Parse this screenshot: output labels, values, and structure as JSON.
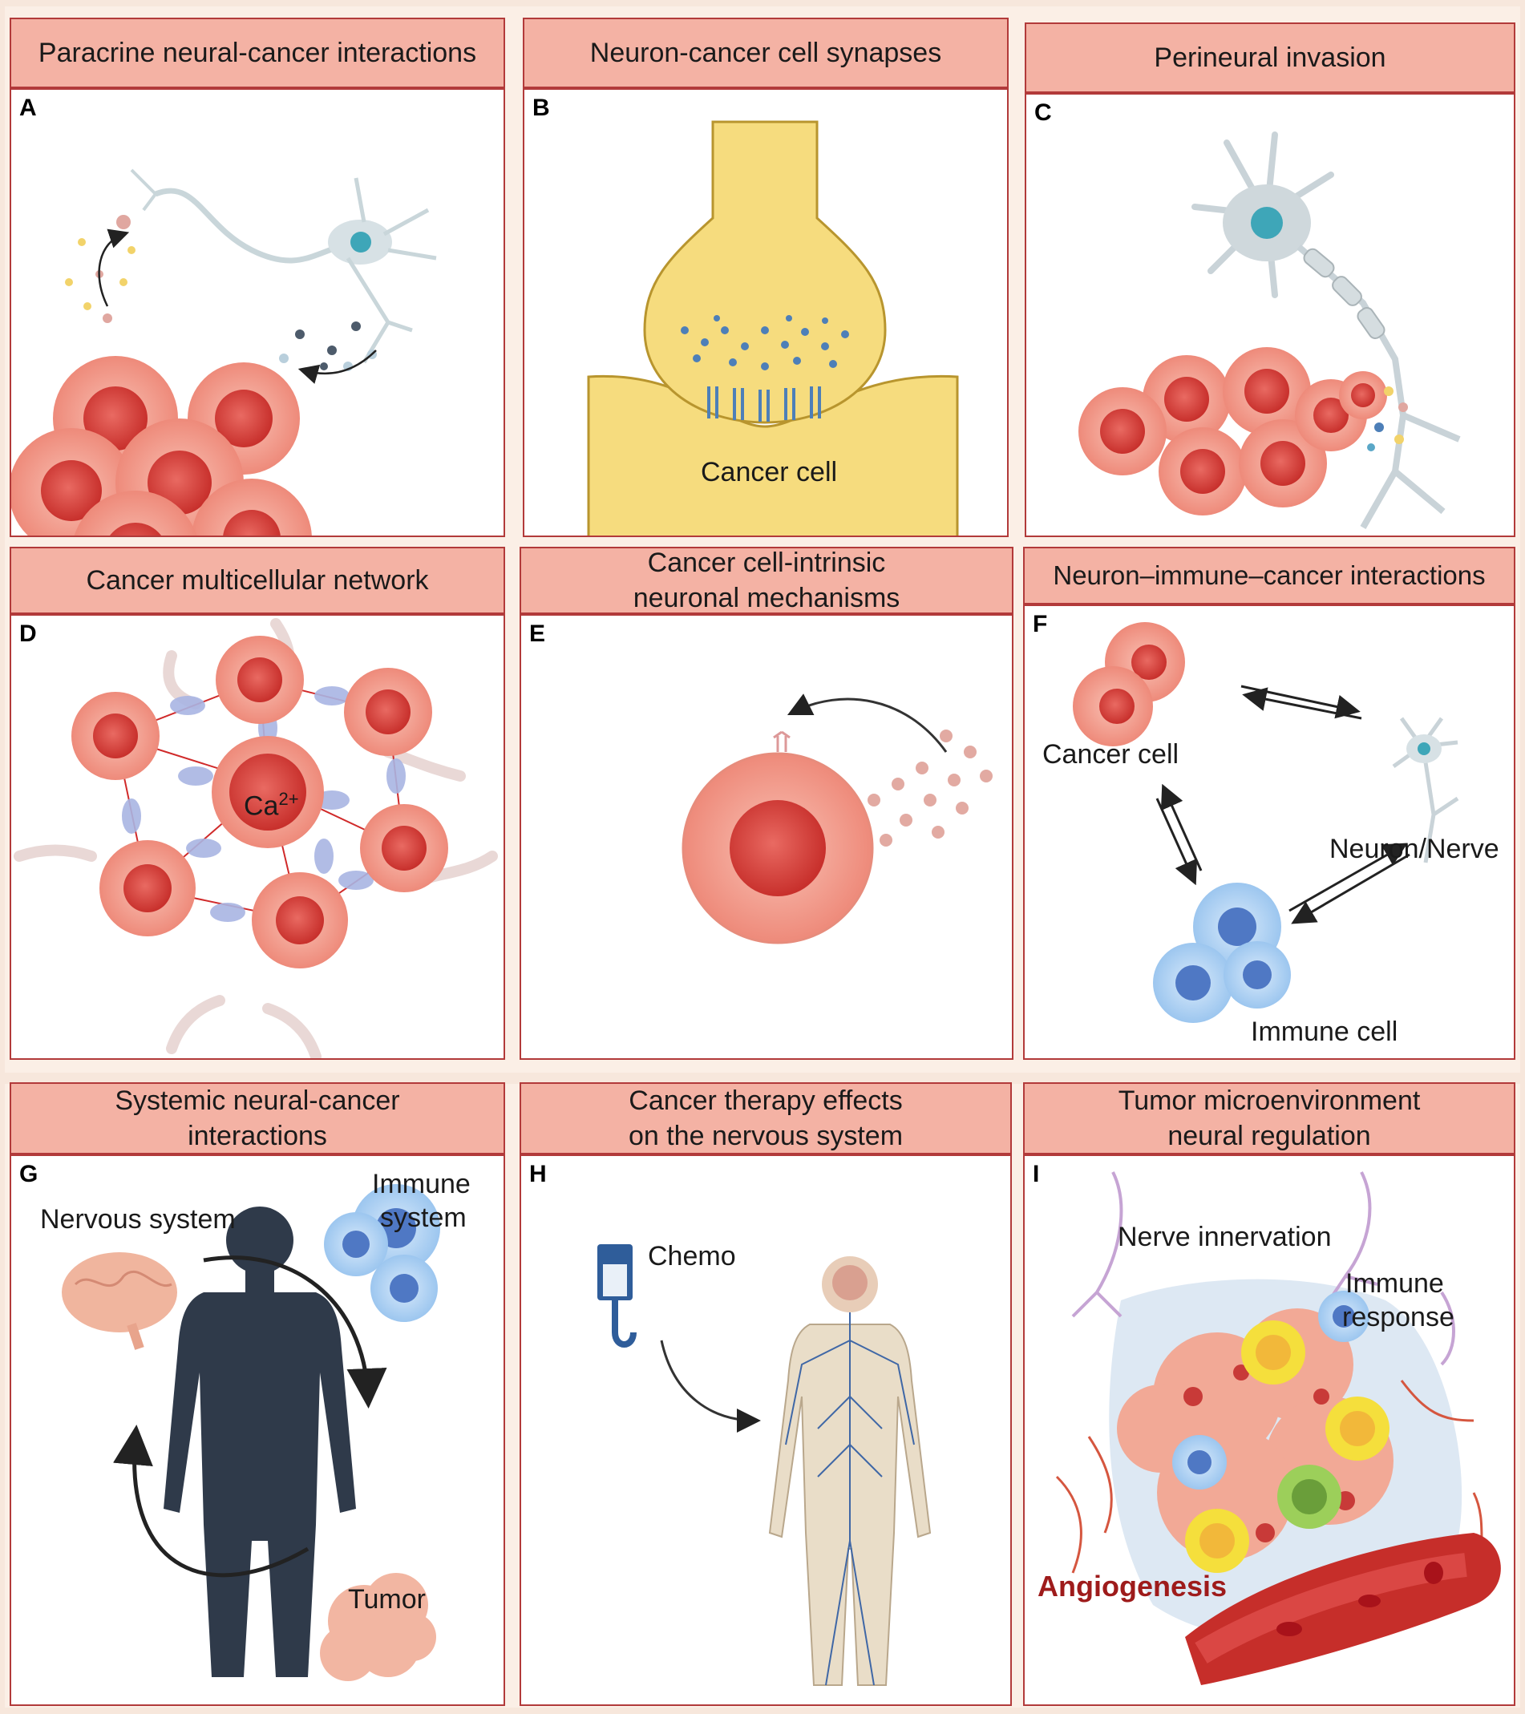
{
  "panels": [
    {
      "letter": "A",
      "title": "Paracrine neural-cancer interactions"
    },
    {
      "letter": "B",
      "title": "Neuron-cancer cell synapses",
      "labels": {
        "cancer_cell": "Cancer cell"
      }
    },
    {
      "letter": "C",
      "title": "Perineural invasion"
    },
    {
      "letter": "D",
      "title": "Cancer multicellular network",
      "labels": {
        "ca": "Ca",
        "ca_sup": "2+"
      }
    },
    {
      "letter": "E",
      "title_line1": "Cancer cell-intrinsic",
      "title_line2": "neuronal mechanisms"
    },
    {
      "letter": "F",
      "title": "Neuron–immune–cancer interactions",
      "labels": {
        "cancer_cell": "Cancer cell",
        "neuron": "Neuron/Nerve",
        "immune": "Immune cell"
      }
    },
    {
      "letter": "G",
      "title_line1": "Systemic neural-cancer",
      "title_line2": "interactions",
      "labels": {
        "nervous": "Nervous system",
        "immune_line1": "Immune",
        "immune_line2": "system",
        "tumor": "Tumor"
      }
    },
    {
      "letter": "H",
      "title_line1": "Cancer therapy effects",
      "title_line2": "on the nervous system",
      "labels": {
        "chemo": "Chemo"
      }
    },
    {
      "letter": "I",
      "title_line1": "Tumor microenvironment",
      "title_line2": "neural regulation",
      "labels": {
        "nerve": "Nerve innervation",
        "immune_line1": "Immune",
        "immune_line2": "response",
        "angio": "Angiogenesis"
      }
    }
  ]
}
